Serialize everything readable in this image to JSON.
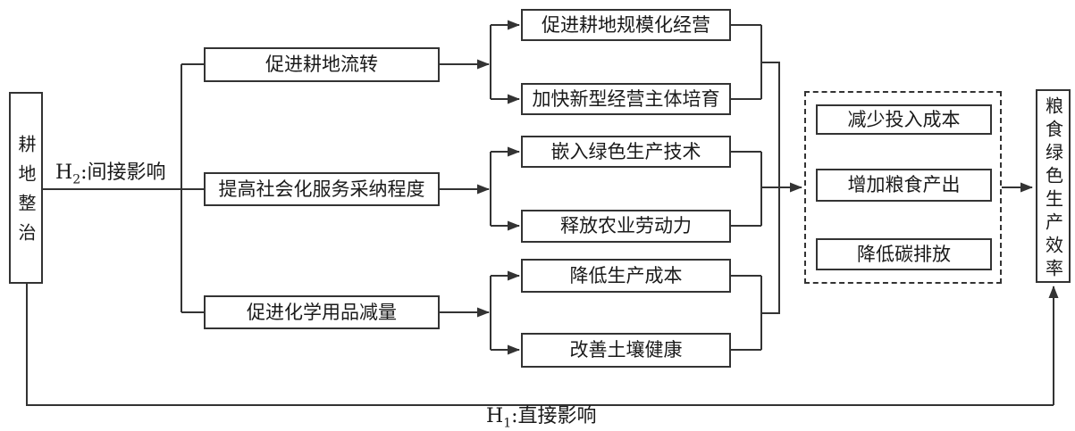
{
  "diagram": {
    "source_node": {
      "text": "耕地整治"
    },
    "target_node": {
      "text": "粮食绿色生产效率"
    },
    "labels": {
      "indirect": {
        "prefix": "H",
        "sub": "2",
        "rest": ":间接影响"
      },
      "direct": {
        "prefix": "H",
        "sub": "1",
        "rest": ":直接影响"
      }
    },
    "mediators": [
      {
        "label": "促进耕地流转",
        "outcomes": [
          "促进耕地规模化经营",
          "加快新型经营主体培育"
        ]
      },
      {
        "label": "提高社会化服务采纳程度",
        "outcomes": [
          "嵌入绿色生产技术",
          "释放农业劳动力"
        ]
      },
      {
        "label": "促进化学用品减量",
        "outcomes": [
          "降低生产成本",
          "改善土壤健康"
        ]
      }
    ],
    "effects": [
      "减少投入成本",
      "增加粮食产出",
      "降低碳排放"
    ],
    "colors": {
      "line": "#333333",
      "text": "#1a1a1a",
      "box_background": "#ffffff"
    }
  }
}
